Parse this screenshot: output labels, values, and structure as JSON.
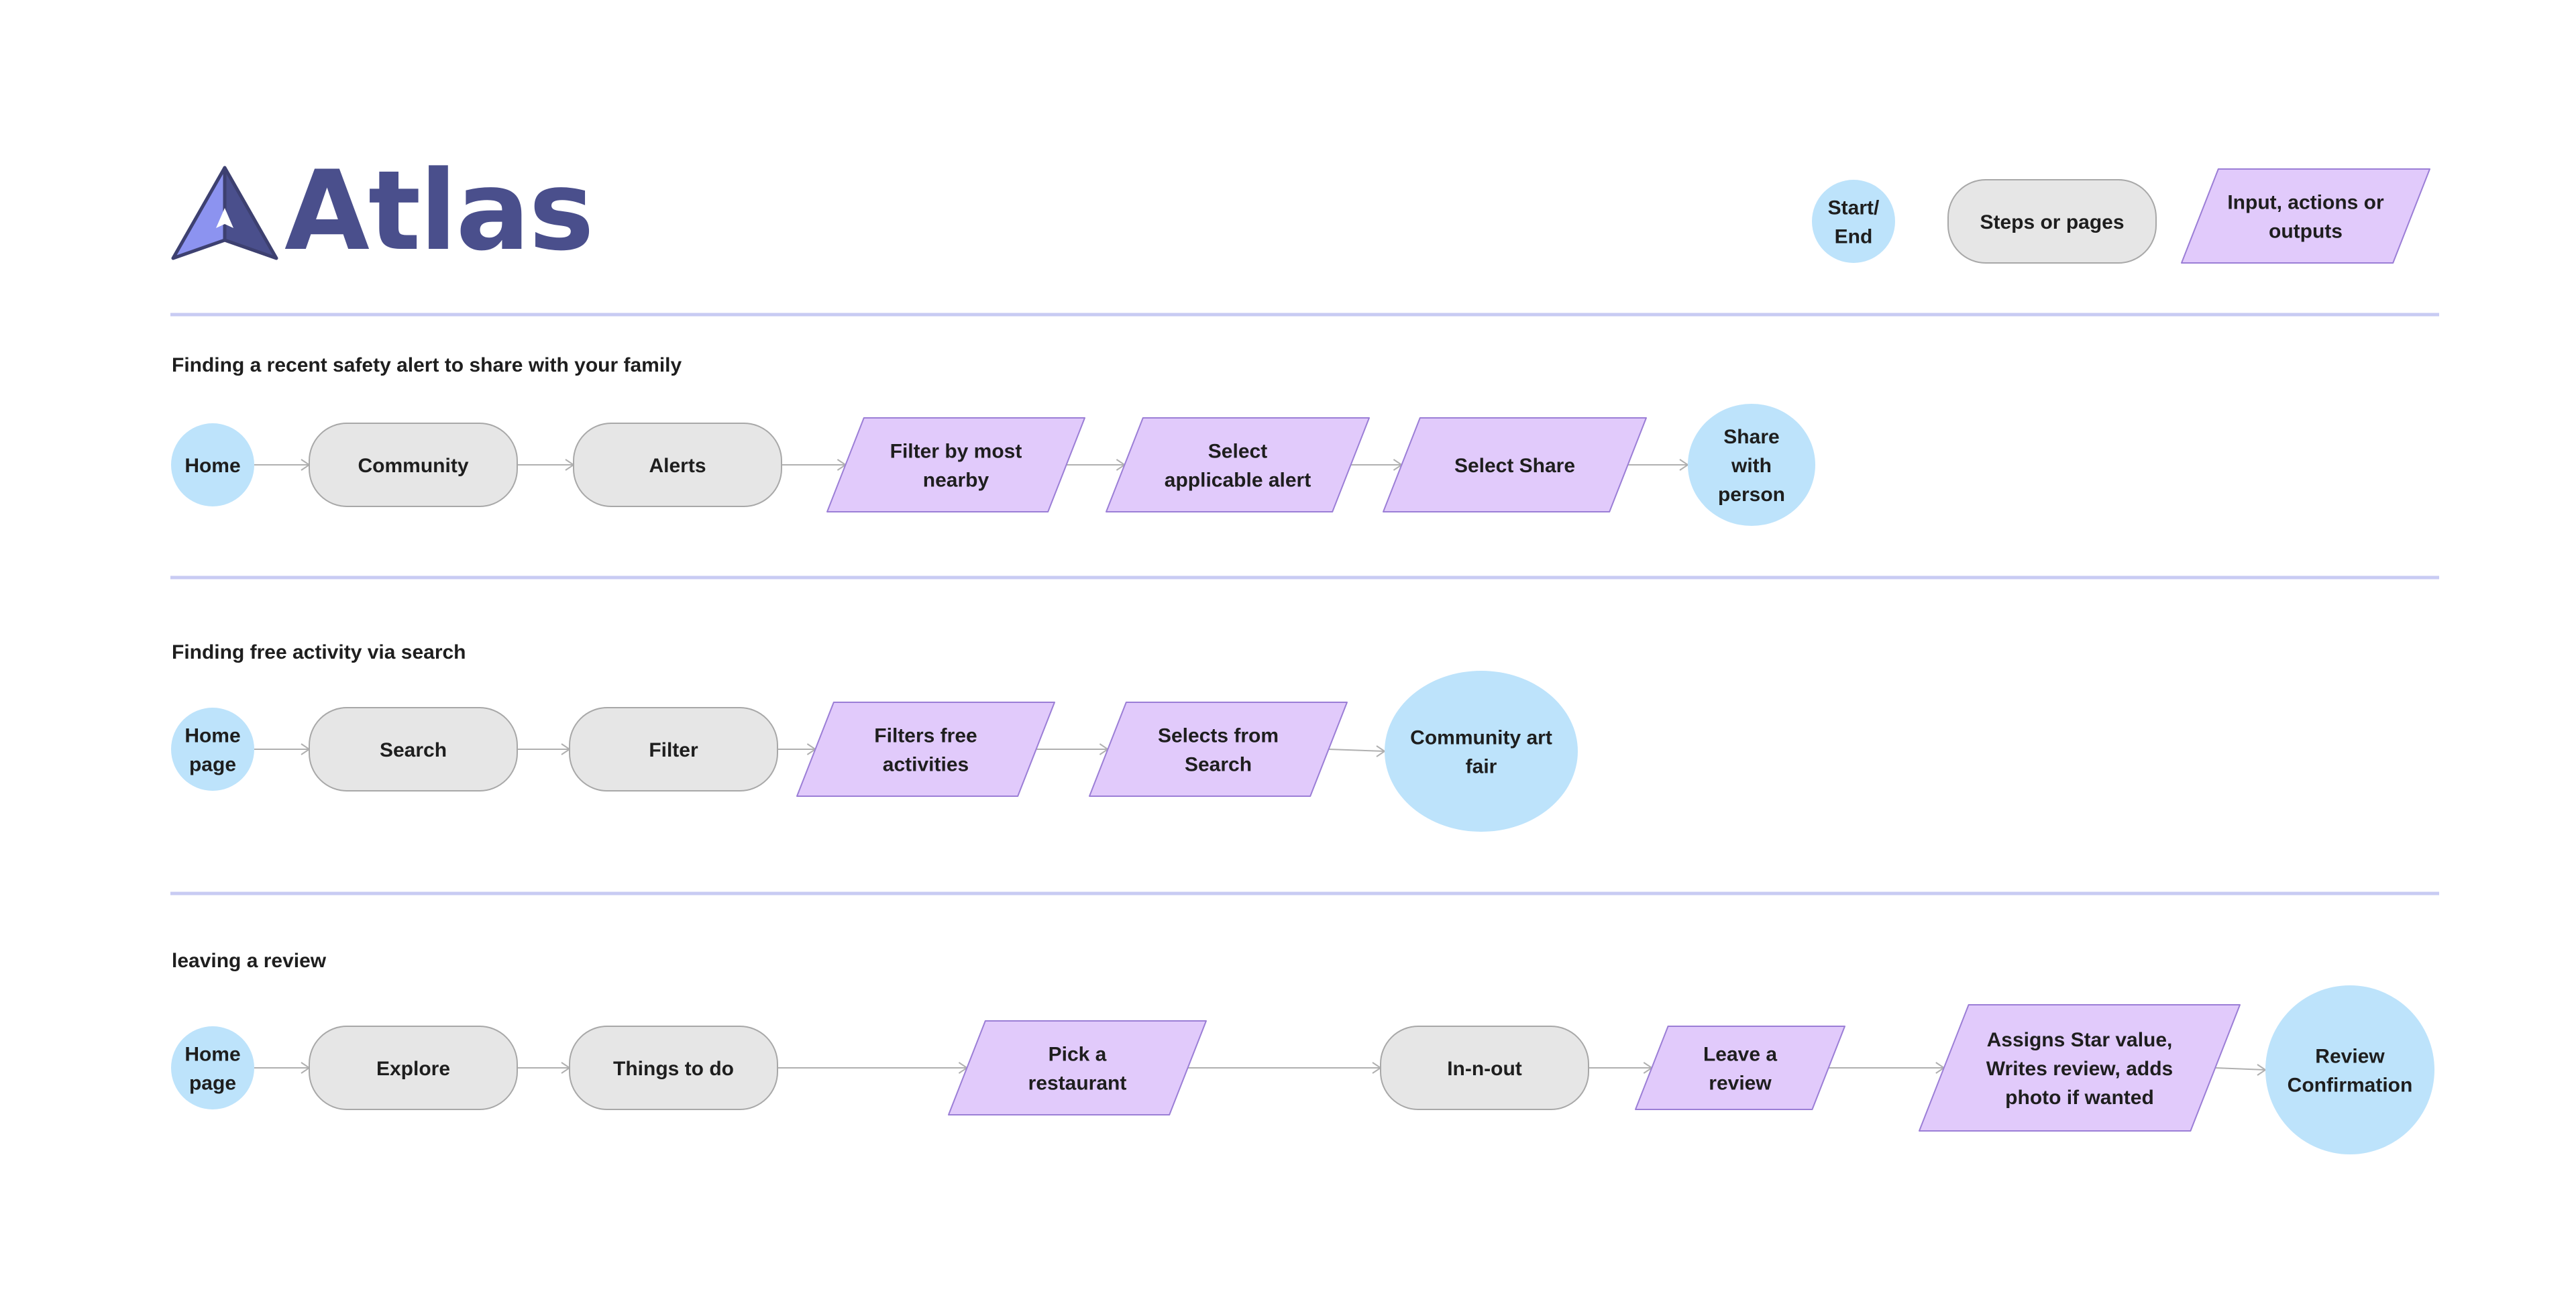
{
  "app": {
    "logo_text": "Atlas"
  },
  "colors": {
    "circle_fill": "#bde3fb",
    "step_fill": "#e6e6e6",
    "step_stroke": "#a8a8a8",
    "io_fill": "#e1cafb",
    "io_stroke": "#9b7ed6",
    "divider": "#c8cbf3",
    "connector": "#b0b0b0",
    "logo": "#4a4f8c"
  },
  "legend": [
    {
      "type": "circle",
      "lines": [
        "Start/",
        "End"
      ]
    },
    {
      "type": "step",
      "lines": [
        "Steps or pages"
      ]
    },
    {
      "type": "io",
      "lines": [
        "Input, actions or",
        "outputs"
      ]
    }
  ],
  "flows": [
    {
      "title": "Finding  a recent safety alert to share with your family",
      "nodes": [
        {
          "type": "circle",
          "lines": [
            "Home"
          ]
        },
        {
          "type": "step",
          "lines": [
            "Community"
          ]
        },
        {
          "type": "step",
          "lines": [
            "Alerts"
          ]
        },
        {
          "type": "io",
          "lines": [
            "Filter by most",
            "nearby"
          ]
        },
        {
          "type": "io",
          "lines": [
            "Select",
            "applicable alert"
          ]
        },
        {
          "type": "io",
          "lines": [
            "Select Share"
          ]
        },
        {
          "type": "circle",
          "lines": [
            "Share",
            "with",
            "person"
          ]
        }
      ]
    },
    {
      "title": "Finding  free activity via search",
      "nodes": [
        {
          "type": "circle",
          "lines": [
            "Home",
            "page"
          ]
        },
        {
          "type": "step",
          "lines": [
            "Search"
          ]
        },
        {
          "type": "step",
          "lines": [
            "Filter"
          ]
        },
        {
          "type": "io",
          "lines": [
            "Filters free",
            "activities"
          ]
        },
        {
          "type": "io",
          "lines": [
            "Selects from",
            "Search"
          ]
        },
        {
          "type": "circle",
          "lines": [
            "Community art",
            "fair"
          ]
        }
      ]
    },
    {
      "title": "leaving a review",
      "nodes": [
        {
          "type": "circle",
          "lines": [
            "Home",
            "page"
          ]
        },
        {
          "type": "step",
          "lines": [
            "Explore"
          ]
        },
        {
          "type": "step",
          "lines": [
            "Things to do"
          ]
        },
        {
          "type": "io",
          "lines": [
            "Pick a",
            "restaurant"
          ]
        },
        {
          "type": "step",
          "lines": [
            "In-n-out"
          ]
        },
        {
          "type": "io",
          "lines": [
            "Leave a",
            "review"
          ]
        },
        {
          "type": "io",
          "lines": [
            "Assigns Star value,",
            "Writes review, adds",
            "photo if wanted"
          ]
        },
        {
          "type": "circle",
          "lines": [
            "Review",
            "Confirmation"
          ]
        }
      ]
    }
  ]
}
